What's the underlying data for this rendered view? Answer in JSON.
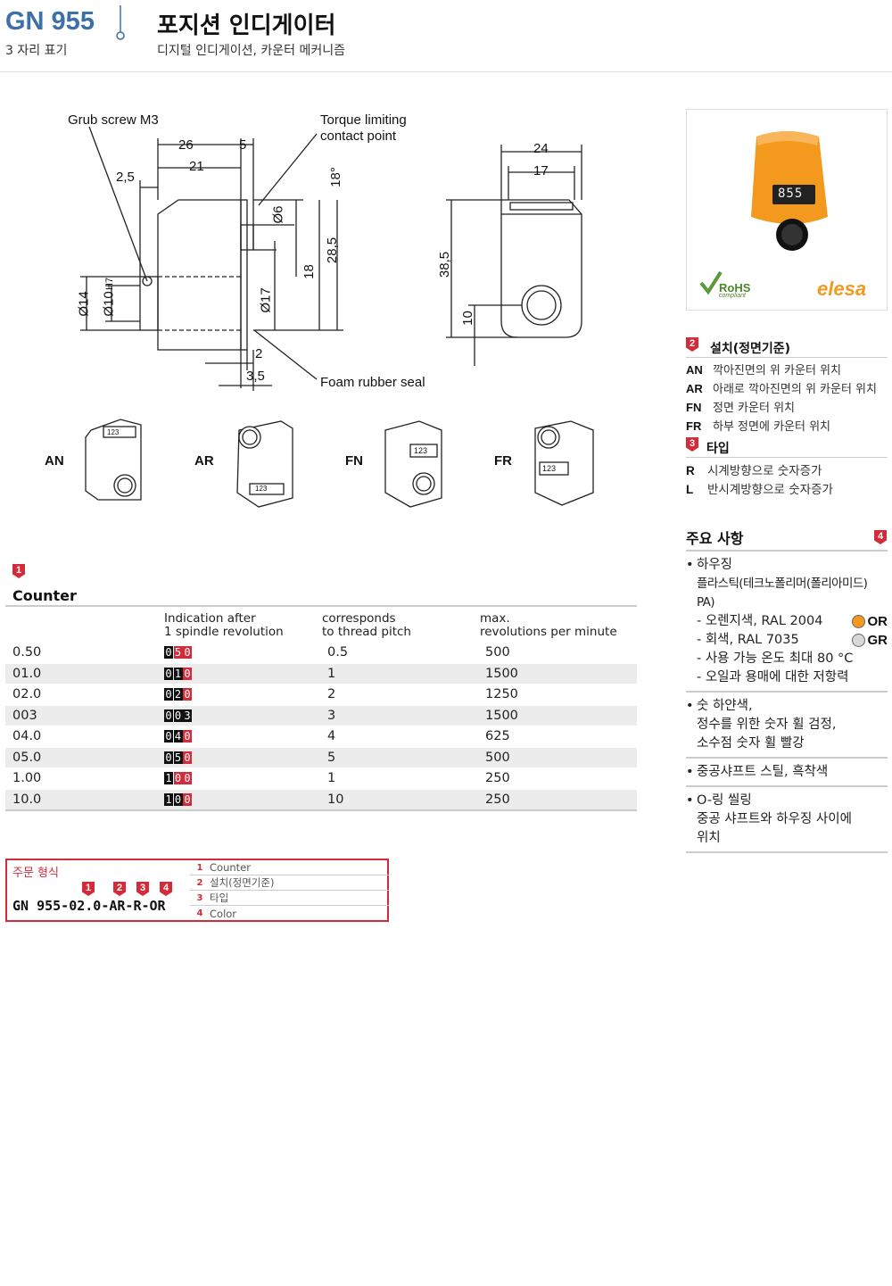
{
  "header": {
    "code": "GN 955",
    "subtitle": "3 자리 표기",
    "title": "포지션 인디게이터",
    "description": "디지털 인디게이션, 카운터 메커니즘"
  },
  "drawing": {
    "labels": {
      "grub_screw": "Grub screw M3",
      "torque_1": "Torque limiting",
      "torque_2": "contact point",
      "foam": "Foam rubber seal",
      "d26": "26",
      "d5": "5",
      "d21": "21",
      "d2_5": "2,5",
      "d18deg": "18°",
      "d6": "Ø6",
      "d28_5": "28,5",
      "d18": "18",
      "d17": "Ø17",
      "d14": "Ø14",
      "d10": "Ø10",
      "h7": "H7",
      "d2": "2",
      "d3_5": "3,5",
      "d24": "24",
      "d17b": "17",
      "d38_5": "38,5",
      "d10b": "10",
      "counter_text": "123"
    },
    "views": [
      "AN",
      "AR",
      "FN",
      "FR"
    ]
  },
  "photo": {
    "display": "855",
    "rohs": "RoHS",
    "rohs_sub": "compliant",
    "brand": "elesa"
  },
  "options": {
    "mounting": {
      "badge": "2",
      "title": "설치(정면기준)",
      "items": [
        {
          "code": "AN",
          "text": "깍아진면의 위 카운터 위치"
        },
        {
          "code": "AR",
          "text": "아래로 깍아진면의 위 카운터 위치"
        },
        {
          "code": "FN",
          "text": "정면 카운터 위치"
        },
        {
          "code": "FR",
          "text": "하부 정면에 카운터 위치"
        }
      ]
    },
    "type": {
      "badge": "3",
      "title": "타입",
      "items": [
        {
          "code": "R",
          "text": "시계방향으로 숫자증가"
        },
        {
          "code": "L",
          "text": "반시계방향으로 숫자증가"
        }
      ]
    }
  },
  "features": {
    "title": "주요 사항",
    "badge": "4",
    "housing": "하우징",
    "housing_material": "플라스틱(테크노폴리머(폴리아미드) PA)",
    "color_or": "- 오렌지색, RAL 2004",
    "tag_or": "OR",
    "color_gr": "- 회색, RAL 7035",
    "tag_gr": "GR",
    "temp": "- 사용 가능 온도 최대 80 °C",
    "resist": "- 오일과 용매에 대한 저항력",
    "digits_1": "숫 하얀색,",
    "digits_2": "정수를 위한 숫자 휠 검정,",
    "digits_3": "소수점 숫자 휠 빨강",
    "shaft": "중공샤프트 스틸, 흑착색",
    "oring_1": "O-링 씰링",
    "oring_2": "중공 샤프트와 하우징 사이에",
    "oring_3": "위치",
    "colors": {
      "orange": "#f39a1e",
      "grey": "#d8d8d8",
      "accent": "#d42b3a"
    }
  },
  "counter": {
    "badge": "1",
    "title": "Counter",
    "headers": {
      "indication_1": "Indication after",
      "indication_2": "1 spindle revolution",
      "corresponds_1": "corresponds",
      "corresponds_2": "to thread pitch",
      "max_1": "max.",
      "max_2": "revolutions per minute"
    },
    "rows": [
      {
        "counter": "0.50",
        "digits": [
          "0",
          "5",
          "0"
        ],
        "red": [
          false,
          true,
          true
        ],
        "pitch": "0.5",
        "rpm": "500"
      },
      {
        "counter": "01.0",
        "digits": [
          "0",
          "1",
          "0"
        ],
        "red": [
          false,
          false,
          true
        ],
        "pitch": "1",
        "rpm": "1500"
      },
      {
        "counter": "02.0",
        "digits": [
          "0",
          "2",
          "0"
        ],
        "red": [
          false,
          false,
          true
        ],
        "pitch": "2",
        "rpm": "1250"
      },
      {
        "counter": "003",
        "digits": [
          "0",
          "0",
          "3"
        ],
        "red": [
          false,
          false,
          false
        ],
        "pitch": "3",
        "rpm": "1500"
      },
      {
        "counter": "04.0",
        "digits": [
          "0",
          "4",
          "0"
        ],
        "red": [
          false,
          false,
          true
        ],
        "pitch": "4",
        "rpm": "625"
      },
      {
        "counter": "05.0",
        "digits": [
          "0",
          "5",
          "0"
        ],
        "red": [
          false,
          false,
          true
        ],
        "pitch": "5",
        "rpm": "500"
      },
      {
        "counter": "1.00",
        "digits": [
          "1",
          "0",
          "0"
        ],
        "red": [
          false,
          true,
          true
        ],
        "pitch": "1",
        "rpm": "250"
      },
      {
        "counter": "10.0",
        "digits": [
          "1",
          "0",
          "0"
        ],
        "red": [
          false,
          false,
          true
        ],
        "pitch": "10",
        "rpm": "250"
      }
    ]
  },
  "order": {
    "label": "주문 형식",
    "code": "GN 955-02.0-AR-R-OR",
    "badges": [
      "1",
      "2",
      "3",
      "4"
    ],
    "legend": [
      {
        "n": "1",
        "text": "Counter"
      },
      {
        "n": "2",
        "text": "설치(정면기준)"
      },
      {
        "n": "3",
        "text": "타입"
      },
      {
        "n": "4",
        "text": "Color"
      }
    ]
  }
}
